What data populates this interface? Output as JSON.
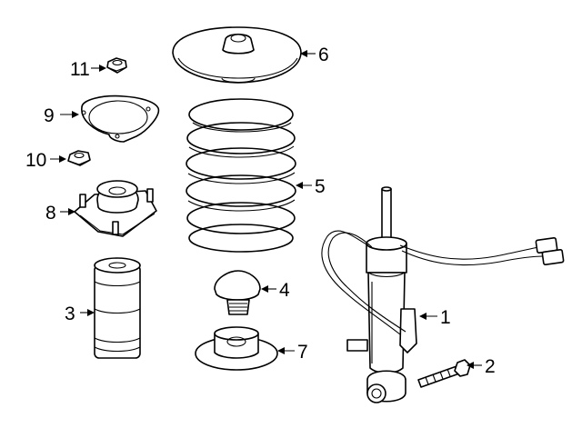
{
  "callouts": {
    "c1": "1",
    "c2": "2",
    "c3": "3",
    "c4": "4",
    "c5": "5",
    "c6": "6",
    "c7": "7",
    "c8": "8",
    "c9": "9",
    "c10": "10",
    "c11": "11"
  },
  "colors": {
    "line": "#000000",
    "fill": "#ffffff",
    "background": "#ffffff"
  }
}
